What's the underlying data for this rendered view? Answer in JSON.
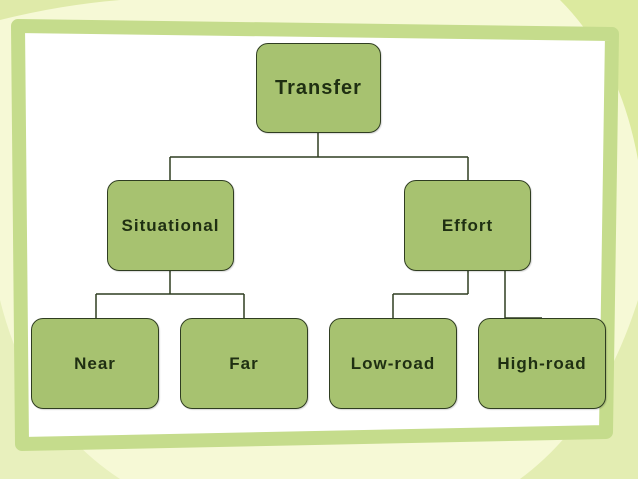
{
  "diagram": {
    "root": {
      "label": "Transfer"
    },
    "categories": [
      {
        "label": "Situational",
        "children": [
          {
            "label": "Near"
          },
          {
            "label": "Far"
          }
        ]
      },
      {
        "label": "Effort",
        "children": [
          {
            "label": "Low-road"
          },
          {
            "label": "High-road"
          }
        ]
      }
    ]
  },
  "colors": {
    "background": "#f6f9d6",
    "frame": "#ffffff",
    "frame_border": "#c5dc8c",
    "node_fill": "#a7c270",
    "node_border": "#2f3d21",
    "connector": "#2f3d21",
    "text": "#1f2f12"
  }
}
